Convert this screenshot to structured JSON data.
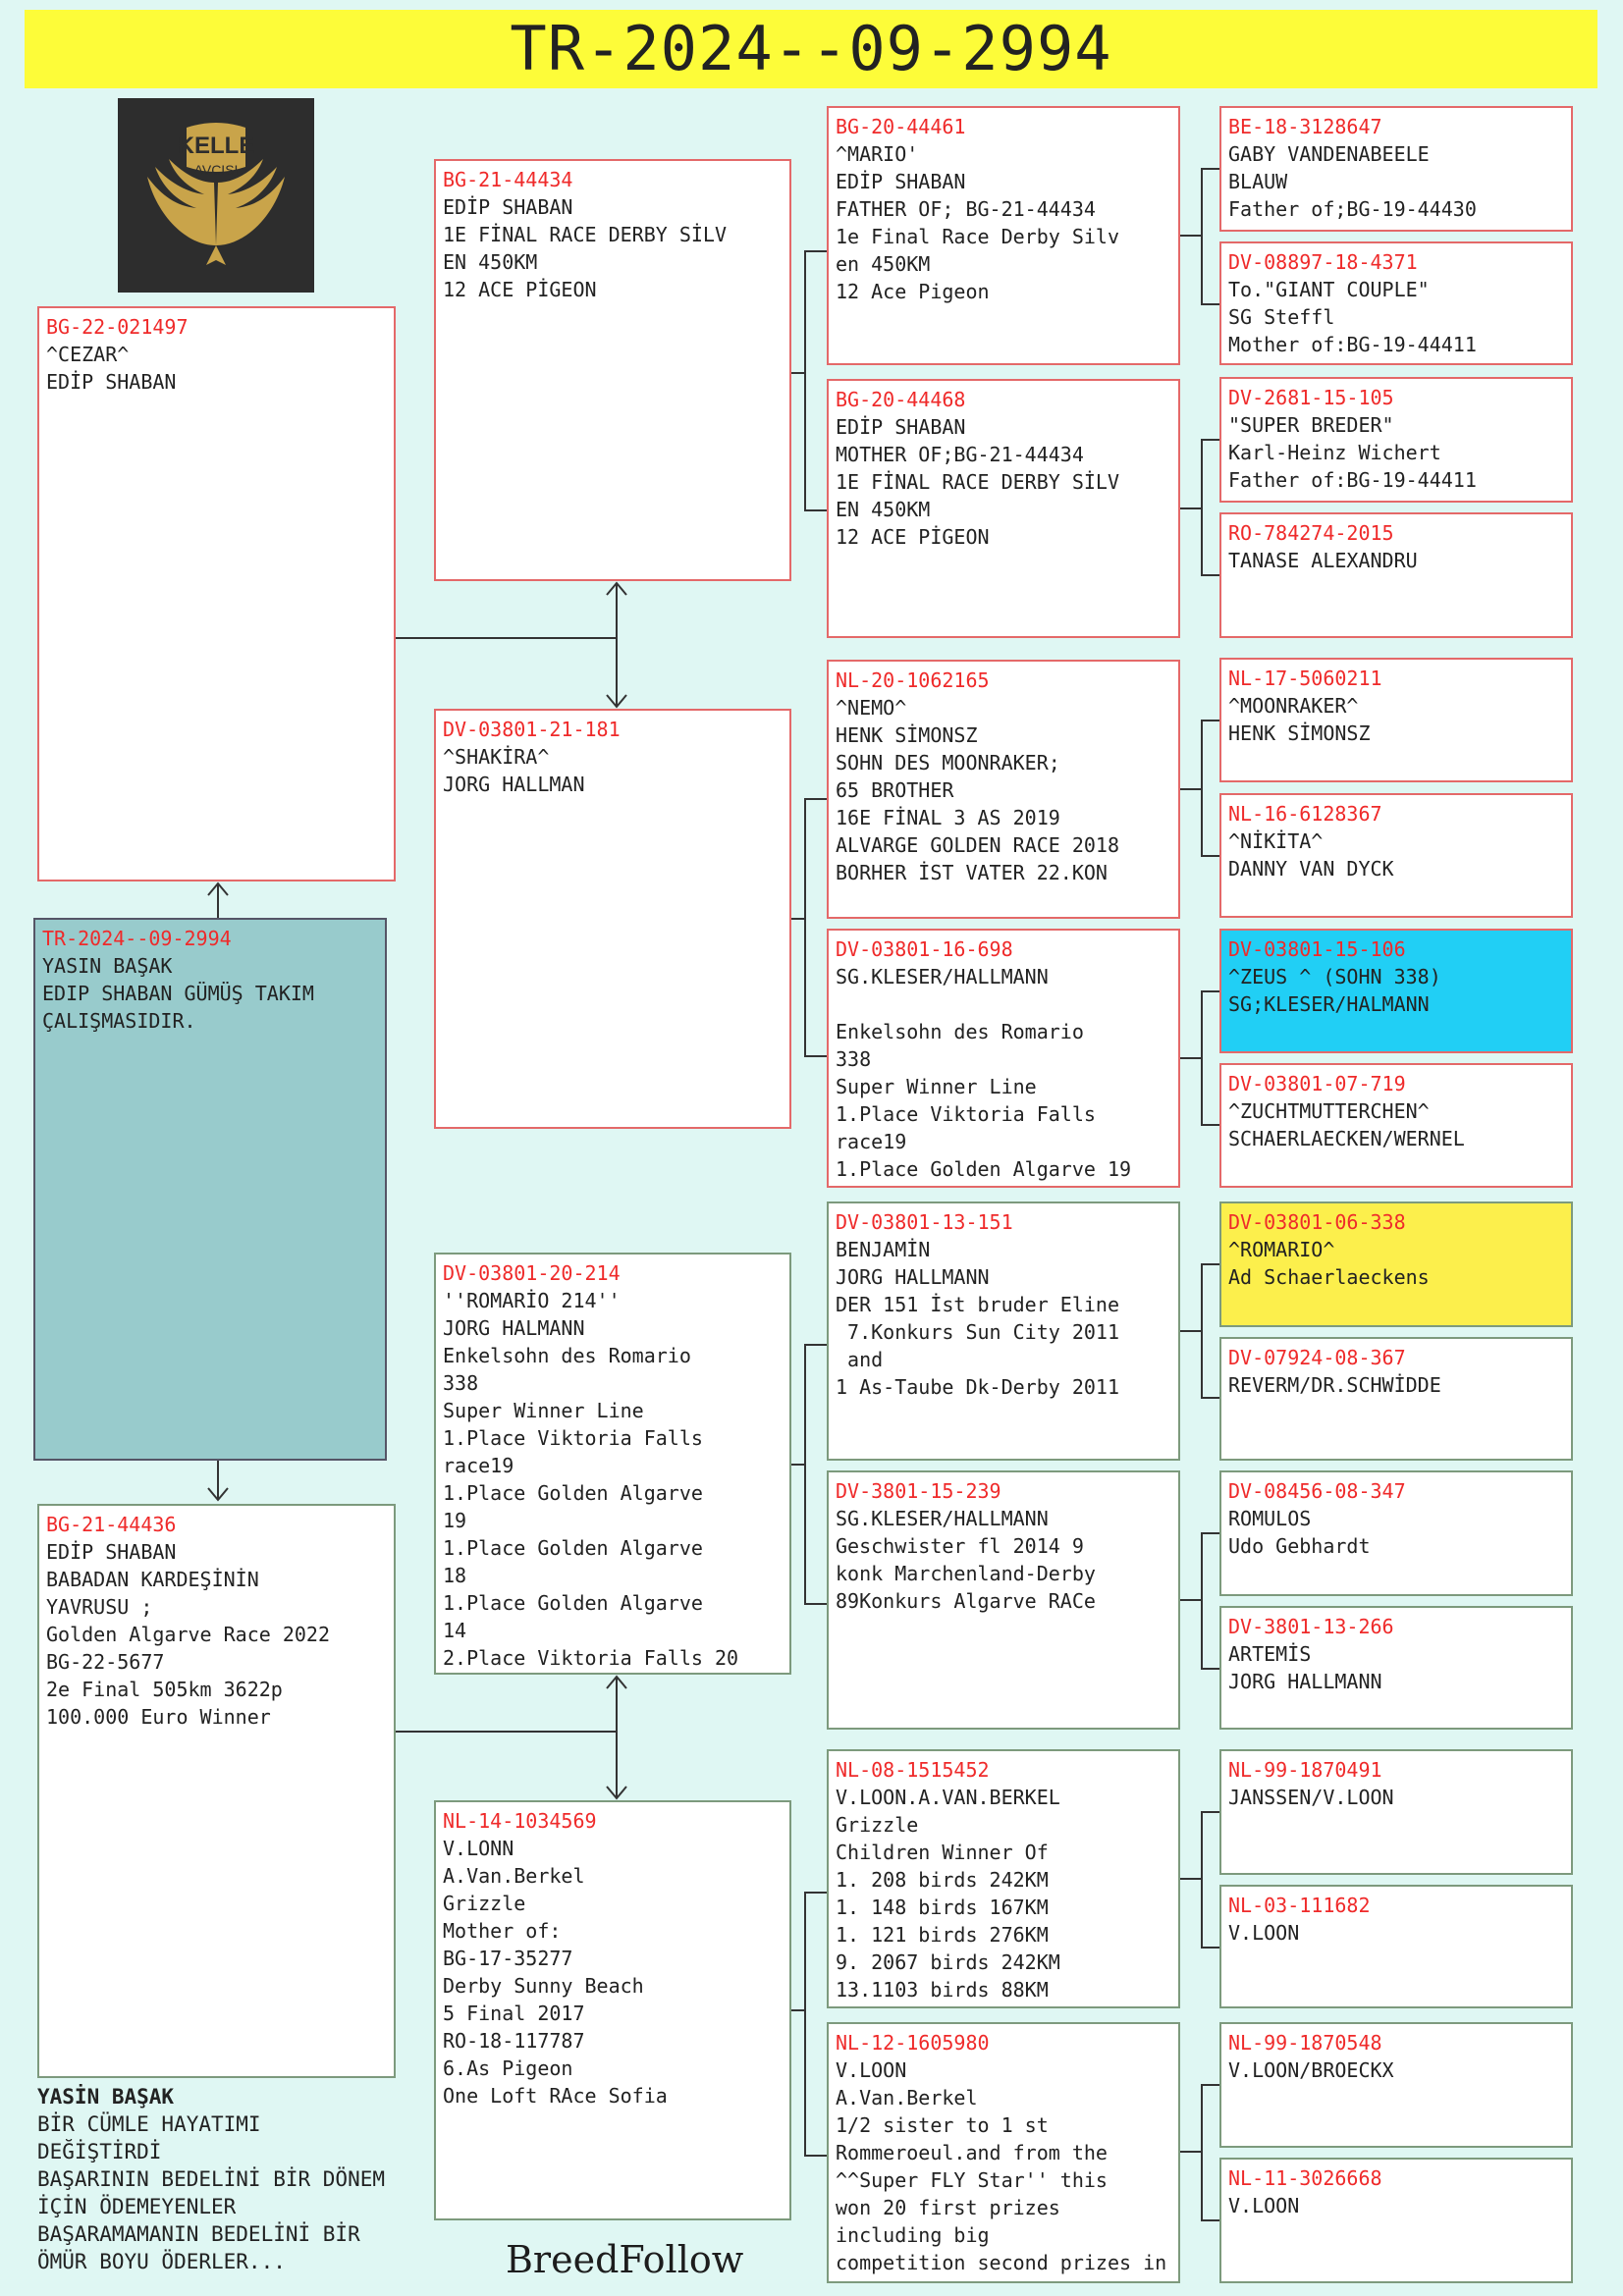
{
  "title": "TR-2024--09-2994",
  "logo": {
    "line1": "KELLE",
    "line2": "AVCISI"
  },
  "note": {
    "head": "YASİN BAŞAK",
    "lines": [
      "BİR CÜMLE HAYATIMI",
      "DEĞİŞTİRDİ",
      "BAŞARININ BEDELİNİ BİR DÖNEM",
      "İÇİN ÖDEMEYENLER",
      "BAŞARAMAMANIN BEDELİNİ BİR",
      "ÖMÜR BOYU ÖDERLER..."
    ]
  },
  "brand": "BreedFollow",
  "colors": {
    "title_bg": "#fdfc39",
    "page_bg": "#dff7f3",
    "ring": "#ef2a2a",
    "subject_bg": "#98cbcc",
    "highlight_blue": "#21cff5",
    "highlight_yellow": "#fcef4c"
  },
  "pedigree": {
    "subject": {
      "ring": "TR-2024--09-2994",
      "lines": [
        "YASIN BAŞAK",
        "EDIP SHABAN GÜMÜŞ TAKIM",
        "ÇALIŞMASIDIR."
      ]
    },
    "sire": {
      "ring": "BG-22-021497",
      "lines": [
        "^CEZAR^",
        "EDİP SHABAN"
      ]
    },
    "dam": {
      "ring": "BG-21-44436",
      "lines": [
        "EDİP SHABAN",
        "BABADAN KARDEŞİNİN",
        "YAVRUSU ;",
        "Golden Algarve Race 2022",
        "BG-22-5677",
        "2e Final 505km 3622p",
        "100.000 Euro Winner"
      ]
    },
    "ss": {
      "ring": "BG-21-44434",
      "lines": [
        "EDİP SHABAN",
        "1E FİNAL RACE DERBY SİLV",
        "EN 450KM",
        "12 ACE PİGEON"
      ]
    },
    "sd": {
      "ring": "DV-03801-21-181",
      "lines": [
        "^SHAKİRA^",
        "JORG HALLMAN"
      ]
    },
    "ds": {
      "ring": "DV-03801-20-214",
      "lines": [
        "''ROMARİO 214''",
        "JORG HALMANN",
        "Enkelsohn des Romario",
        "338",
        "Super Winner Line",
        "1.Place Viktoria Falls",
        "race19",
        "1.Place Golden Algarve",
        "19",
        "1.Place Golden Algarve",
        "18",
        "1.Place Golden Algarve",
        "14",
        "2.Place Viktoria Falls 20"
      ]
    },
    "dd": {
      "ring": "NL-14-1034569",
      "lines": [
        "V.LONN",
        "A.Van.Berkel",
        "Grizzle",
        "Mother of:",
        "BG-17-35277",
        "Derby Sunny Beach",
        "5 Final 2017",
        "RO-18-117787",
        "6.As Pigeon",
        "One Loft RAce Sofia"
      ]
    },
    "sss": {
      "ring": "BG-20-44461",
      "lines": [
        "^MARIO'",
        "EDİP SHABAN",
        "FATHER OF; BG-21-44434",
        "1e Final Race Derby Silv",
        "en 450KM",
        "12 Ace Pigeon"
      ]
    },
    "ssd": {
      "ring": "BG-20-44468",
      "lines": [
        "EDİP SHABAN",
        "MOTHER OF;BG-21-44434",
        "1E FİNAL RACE DERBY SİLV",
        "EN 450KM",
        "12 ACE PİGEON"
      ]
    },
    "sds": {
      "ring": "NL-20-1062165",
      "lines": [
        "^NEMO^",
        "HENK SİMONSZ",
        "SOHN DES MOONRAKER;",
        "65 BROTHER",
        "16E FİNAL 3 AS 2019",
        "ALVARGE GOLDEN RACE 2018",
        "BORHER İST VATER 22.KON"
      ]
    },
    "sdd": {
      "ring": "DV-03801-16-698",
      "lines": [
        "SG.KLESER/HALLMANN",
        "",
        "Enkelsohn des Romario",
        "338",
        "Super Winner Line",
        "1.Place Viktoria Falls",
        "race19",
        "1.Place Golden Algarve 19"
      ]
    },
    "dss": {
      "ring": "DV-03801-13-151",
      "lines": [
        "BENJAMİN",
        "JORG HALLMANN",
        "DER 151 İst bruder Eline",
        " 7.Konkurs Sun City 2011",
        " and",
        "1 As-Taube Dk-Derby 2011"
      ]
    },
    "dsd": {
      "ring": "DV-3801-15-239",
      "lines": [
        "SG.KLESER/HALLMANN",
        "Geschwister fl 2014 9",
        "konk Marchenland-Derby",
        "89Konkurs Algarve RACe"
      ]
    },
    "dds": {
      "ring": "NL-08-1515452",
      "lines": [
        "V.LOON.A.VAN.BERKEL",
        "Grizzle",
        "Children Winner Of",
        "1. 208 birds 242KM",
        "1. 148 birds 167KM",
        "1. 121 birds 276KM",
        "9. 2067 birds 242KM",
        "13.1103 birds 88KM"
      ]
    },
    "ddd": {
      "ring": "NL-12-1605980",
      "lines": [
        "V.LOON",
        "A.Van.Berkel",
        "1/2 sister to 1 st",
        "Rommeroeul.and from the",
        "^^Super FLY Star'' this",
        "won 20 first prizes",
        "including big",
        "competition second prizes in"
      ]
    },
    "ssss": {
      "ring": "BE-18-3128647",
      "lines": [
        "GABY VANDENABEELE",
        "BLAUW",
        "Father of;BG-19-44430"
      ]
    },
    "sssd": {
      "ring": "DV-08897-18-4371",
      "lines": [
        "To.\"GIANT COUPLE\"",
        "SG Steffl",
        "Mother of:BG-19-44411"
      ]
    },
    "ssds": {
      "ring": "DV-2681-15-105",
      "lines": [
        "\"SUPER BREDER\"",
        "Karl-Heinz Wichert",
        "Father of:BG-19-44411"
      ]
    },
    "ssdd": {
      "ring": "RO-784274-2015",
      "lines": [
        "TANASE ALEXANDRU"
      ]
    },
    "sdss": {
      "ring": "NL-17-5060211",
      "lines": [
        "^MOONRAKER^",
        "HENK SİMONSZ"
      ]
    },
    "sdsd": {
      "ring": "NL-16-6128367",
      "lines": [
        "^NİKİTA^",
        "DANNY VAN DYCK"
      ]
    },
    "sdds": {
      "ring": "DV-03801-15-106",
      "lines": [
        "^ZEUS ^ (SOHN 338)",
        "SG;KLESER/HALMANN"
      ]
    },
    "sddd": {
      "ring": "DV-03801-07-719",
      "lines": [
        "^ZUCHTMUTTERCHEN^",
        "SCHAERLAECKEN/WERNEL"
      ]
    },
    "dsss": {
      "ring": "DV-03801-06-338",
      "lines": [
        "^ROMARIO^",
        "Ad Schaerlaeckens"
      ]
    },
    "dssd": {
      "ring": "DV-07924-08-367",
      "lines": [
        "REVERM/DR.SCHWİDDE"
      ]
    },
    "dsds": {
      "ring": "DV-08456-08-347",
      "lines": [
        "ROMULOS",
        "Udo Gebhardt"
      ]
    },
    "dsdd": {
      "ring": "DV-3801-13-266",
      "lines": [
        "ARTEMİS",
        "JORG HALLMANN"
      ]
    },
    "ddss": {
      "ring": "NL-99-1870491",
      "lines": [
        "JANSSEN/V.LOON"
      ]
    },
    "ddsd": {
      "ring": "NL-03-111682",
      "lines": [
        "V.LOON"
      ]
    },
    "ddds": {
      "ring": "NL-99-1870548",
      "lines": [
        "V.LOON/BROECKX"
      ]
    },
    "dddd": {
      "ring": "NL-11-3026668",
      "lines": [
        "V.LOON"
      ]
    }
  }
}
